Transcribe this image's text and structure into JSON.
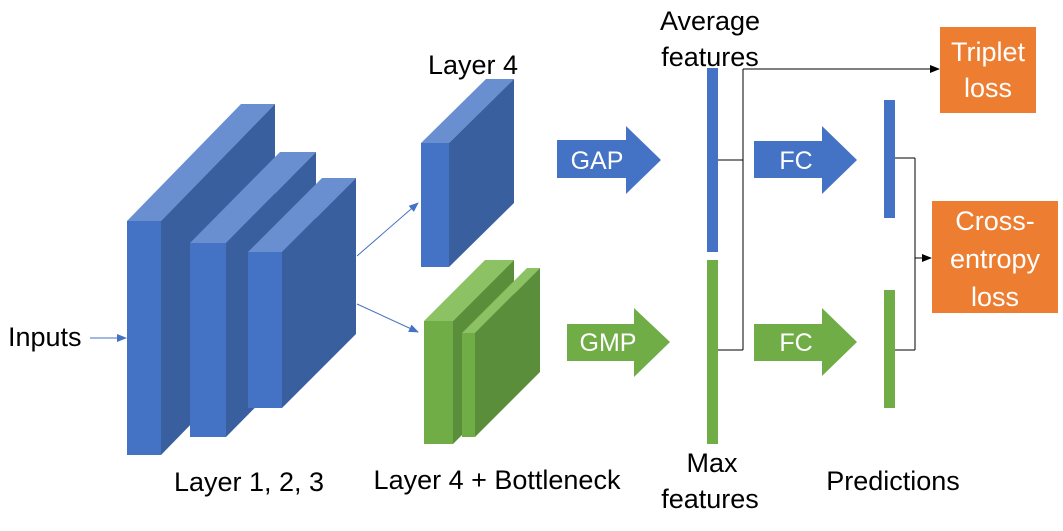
{
  "labels": {
    "inputs": "Inputs",
    "layer123": "Layer 1, 2, 3",
    "layer4": "Layer 4",
    "layer4_bottleneck": "Layer 4 + Bottleneck",
    "avg_features_line1": "Average",
    "avg_features_line2": "features",
    "max_features_line1": "Max",
    "max_features_line2": "features",
    "predictions": "Predictions"
  },
  "arrows": {
    "gap": "GAP",
    "gmp": "GMP",
    "fc_top": "FC",
    "fc_bottom": "FC"
  },
  "boxes": {
    "triplet_line1": "Triplet",
    "triplet_line2": "loss",
    "ce_line1": "Cross-",
    "ce_line2": "entropy",
    "ce_line3": "loss"
  },
  "colors": {
    "blue_front": "#4472C4",
    "blue_top": "#6A8FD0",
    "blue_side": "#3A5F9F",
    "green_front": "#70AD47",
    "green_top": "#8CC264",
    "green_side": "#5A8E3A",
    "orange": "#ED7D31",
    "line": "#000000",
    "thin_arrow": "#4472C4"
  }
}
